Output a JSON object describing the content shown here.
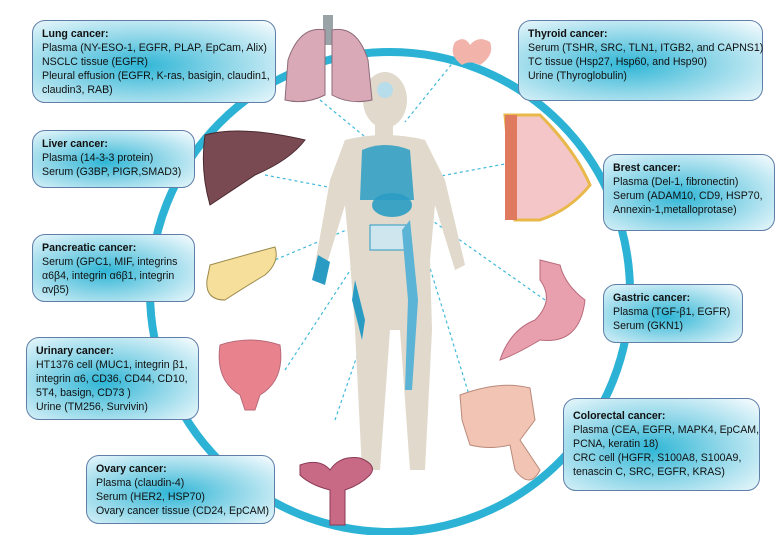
{
  "diagram": {
    "topic": "Cancer biomarkers by organ",
    "colors": {
      "ring": "#2bb2d4",
      "box_border": "#5f7fa8",
      "box_fill": "#2fb6d6",
      "connector": "#3fb9d9",
      "body": "#e0d9cc",
      "organs_highlight": "#2a9cc4"
    },
    "boxes": [
      {
        "id": "lung",
        "title": "Lung cancer:",
        "lines": [
          "Plasma (NY-ESO-1, EGFR, PLAP, EpCam, Alix)",
          "NSCLC tissue (EGFR)",
          "Pleural effusion (EGFR, K-ras, basigin, claudin1,",
          "claudin3, RAB)"
        ]
      },
      {
        "id": "liver",
        "title": "Liver cancer:",
        "lines": [
          "Plasma (14-3-3 protein)",
          "Serum (G3BP, PIGR,SMAD3)"
        ]
      },
      {
        "id": "pancreatic",
        "title": "Pancreatic cancer:",
        "lines": [
          "Serum (GPC1, MIF, integrins",
          "α6β4, integrin α6β1, integrin",
          "αvβ5)"
        ]
      },
      {
        "id": "urinary",
        "title": "Urinary cancer:",
        "lines": [
          "HT1376 cell (MUC1, integrin β1,",
          "integrin α6, CD36, CD44, CD10,",
          "5T4, basign, CD73 )",
          "Urine (TM256, Survivin)"
        ]
      },
      {
        "id": "ovary",
        "title": "Ovary cancer:",
        "lines": [
          "Plasma (claudin-4)",
          "Serum (HER2, HSP70)",
          "Ovary cancer tissue (CD24, EpCAM)"
        ]
      },
      {
        "id": "thyroid",
        "title": "Thyroid cancer:",
        "lines": [
          "Serum (TSHR, SRC, TLN1, ITGB2, and CAPNS1)",
          "TC tissue (Hsp27, Hsp60, and Hsp90)",
          "Urine (Thyroglobulin)"
        ]
      },
      {
        "id": "breast",
        "title": "Brest cancer:",
        "lines": [
          "Plasma (Del-1, fibronectin)",
          "Serum (ADAM10, CD9, HSP70,",
          "Annexin-1,metalloprotase)"
        ]
      },
      {
        "id": "gastric",
        "title": "Gastric cancer:",
        "lines": [
          "Plasma (TGF-β1, EGFR)",
          "Serum (GKN1)"
        ]
      },
      {
        "id": "colorectal",
        "title": "Colorectal cancer:",
        "lines": [
          "Plasma (CEA, EGFR, MAPK4, EpCAM,",
          "PCNA, keratin 18)",
          "CRC cell (HGFR, S100A8, S100A9,",
          "tenascin C, SRC, EGFR, KRAS)"
        ]
      }
    ],
    "organs": [
      "lungs",
      "thyroid",
      "breast",
      "liver",
      "stomach",
      "pancreas",
      "colon",
      "bladder",
      "uterus",
      "human-body"
    ]
  }
}
